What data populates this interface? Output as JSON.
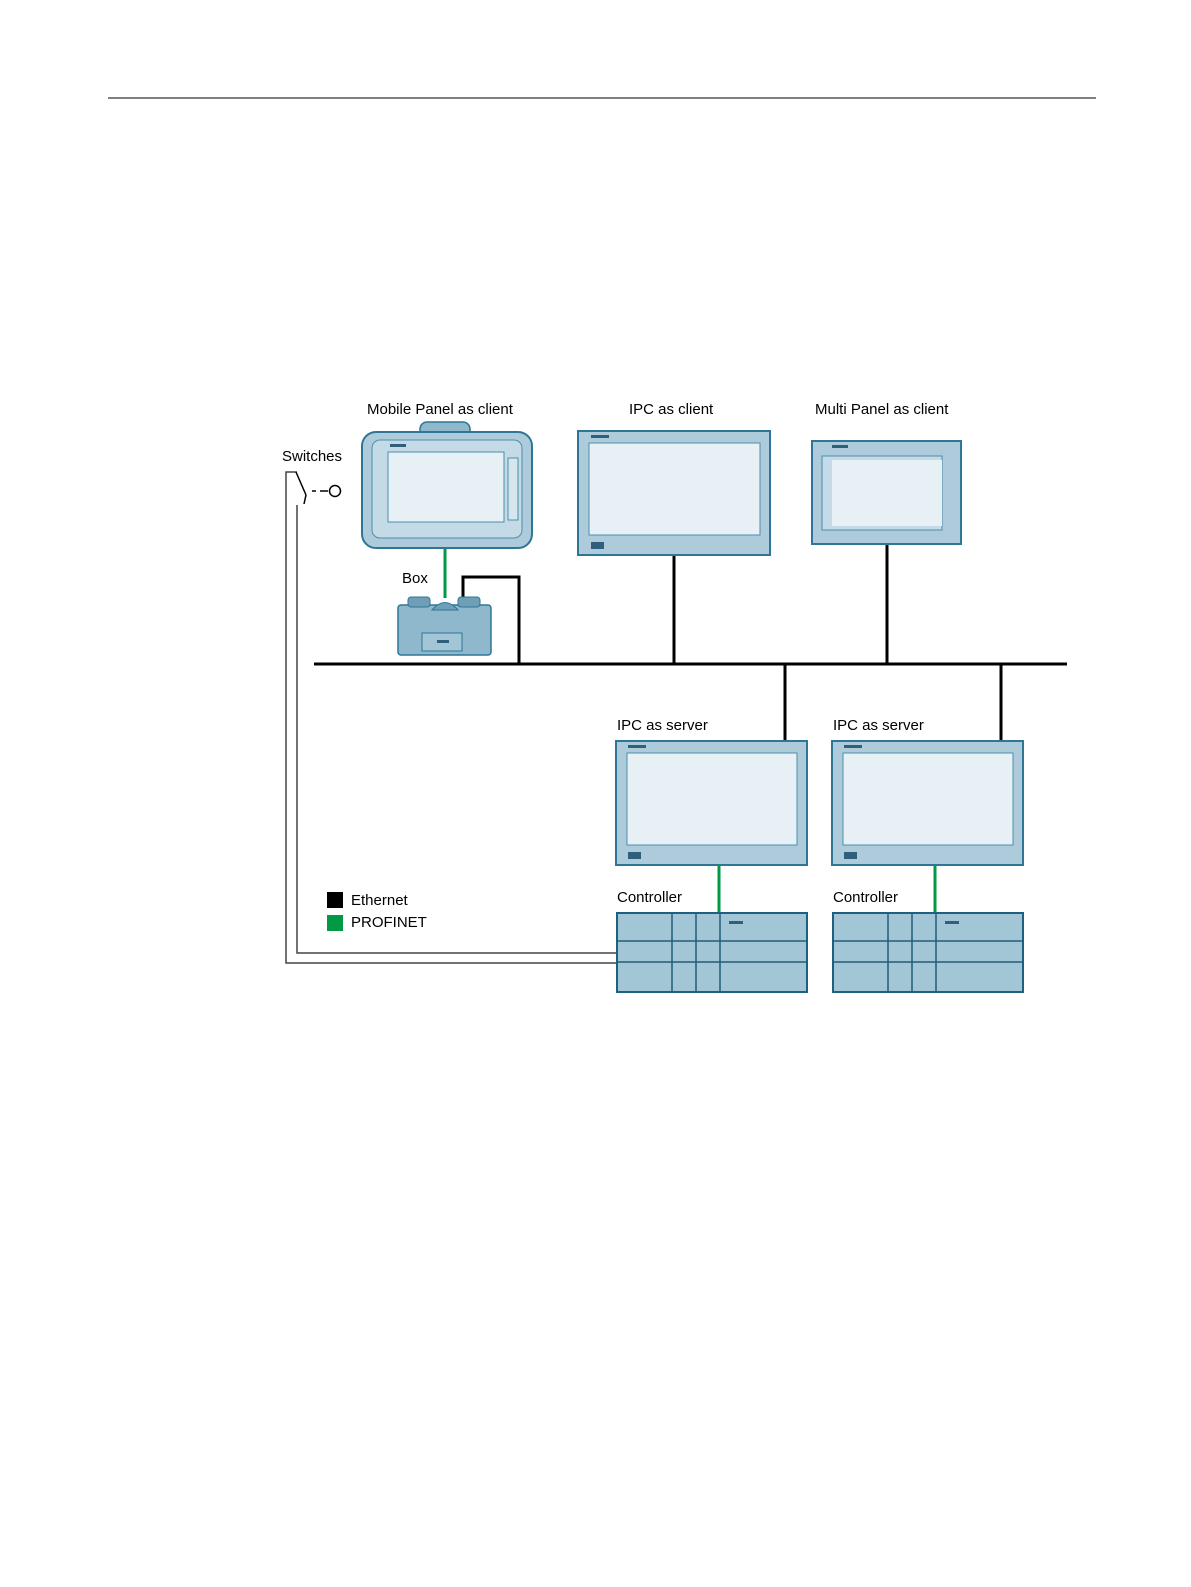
{
  "labels": {
    "switches": "Switches",
    "mobile_panel": "Mobile Panel as client",
    "ipc_client": "IPC as client",
    "multi_panel": "Multi Panel as client",
    "box": "Box",
    "ipc_server_1": "IPC as server",
    "ipc_server_2": "IPC as server",
    "controller_1": "Controller",
    "controller_2": "Controller"
  },
  "legend": [
    {
      "label": "Ethernet",
      "color": "#000000"
    },
    {
      "label": "PROFINET",
      "color": "#009a44"
    }
  ],
  "colors": {
    "device_fill": "#aecbdb",
    "device_stroke": "#2f7596",
    "screen_fill": "#e6f0f5",
    "ethernet": "#000000",
    "profinet": "#009a44",
    "controller_fill": "#a3c6d6"
  }
}
